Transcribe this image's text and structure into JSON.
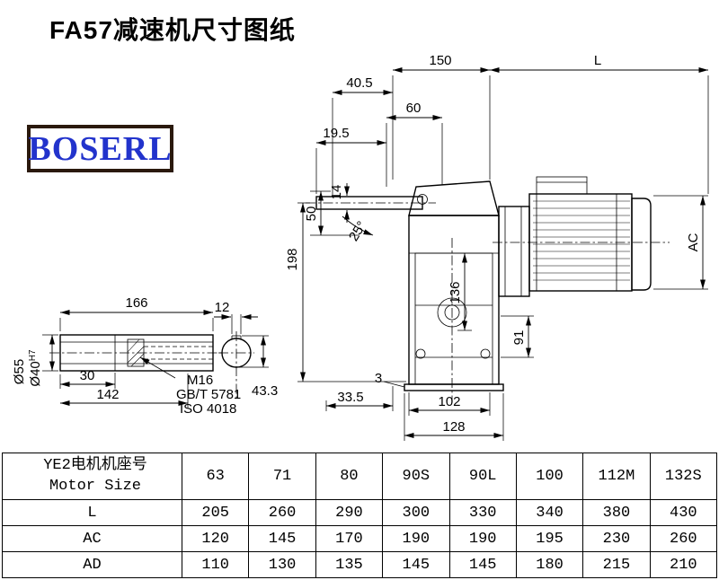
{
  "page": {
    "title": "FA57减速机尺寸图纸"
  },
  "logo": {
    "text": "BOSERL"
  },
  "colors": {
    "logo_text": "#2233cc",
    "logo_border": "#2a190d",
    "line": "#000000",
    "background": "#ffffff"
  },
  "main_view": {
    "dim_150": "150",
    "dim_L": "L",
    "dim_40_5": "40.5",
    "dim_60": "60",
    "dim_19_5": "19.5",
    "dim_50": "50",
    "dim_14": "14",
    "dim_angle": "25°",
    "dim_198": "198",
    "dim_136": "136",
    "dim_AC": "AC",
    "dim_91": "91",
    "dim_3": "3",
    "dim_33_5": "33.5",
    "dim_102": "102",
    "dim_128": "128"
  },
  "shaft_view": {
    "dim_166": "166",
    "dim_12": "12",
    "dim_30": "30",
    "dim_142": "142",
    "dim_dia55": "Ø55",
    "dim_dia40": "Ø40",
    "dim_dia40_tol": "H7",
    "dim_43_3": "43.3",
    "note_m16": "M16",
    "note_gbt": "GB/T 5781",
    "note_iso": "ISO 4018"
  },
  "table": {
    "header": {
      "line1": "YE2电机机座号",
      "line2": "Motor Size"
    },
    "columns": [
      "63",
      "71",
      "80",
      "90S",
      "90L",
      "100",
      "112M",
      "132S"
    ],
    "rows": [
      {
        "label": "L",
        "values": [
          "205",
          "260",
          "290",
          "300",
          "330",
          "340",
          "380",
          "430"
        ]
      },
      {
        "label": "AC",
        "values": [
          "120",
          "145",
          "170",
          "190",
          "190",
          "195",
          "230",
          "260"
        ]
      },
      {
        "label": "AD",
        "values": [
          "110",
          "130",
          "135",
          "145",
          "145",
          "180",
          "215",
          "210"
        ]
      }
    ]
  }
}
